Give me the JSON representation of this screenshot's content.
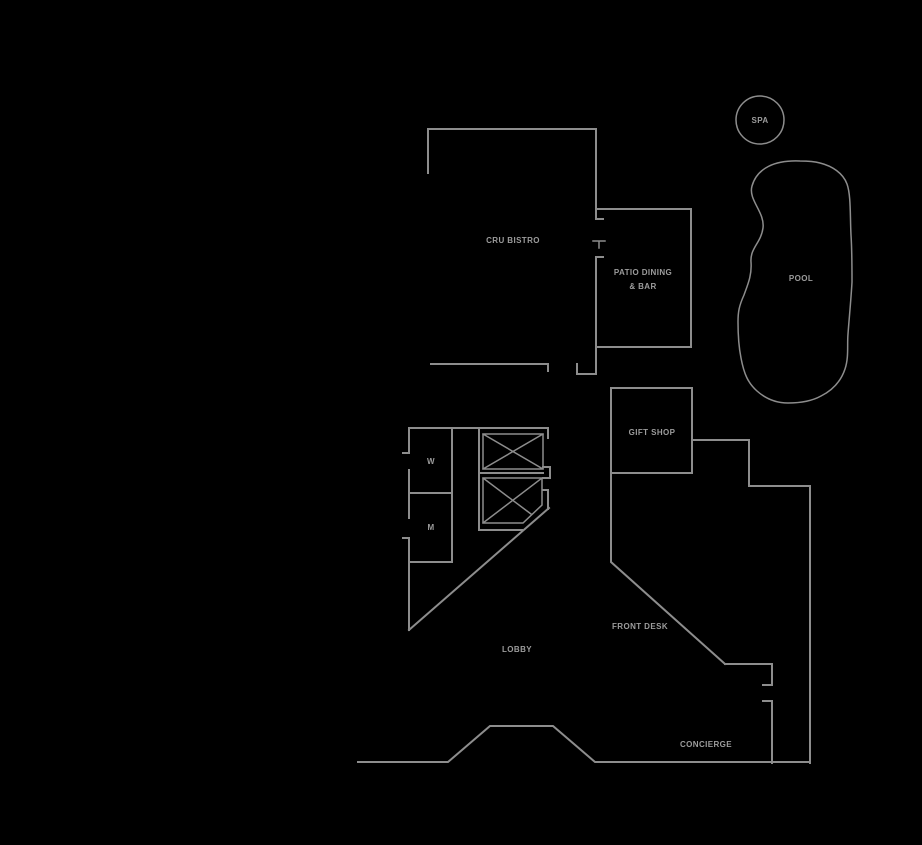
{
  "colors": {
    "background": "#000000",
    "wall": "#8d8d8d",
    "label": "#9c9c9c"
  },
  "floor_plan": {
    "spa": {
      "label": "SPA"
    },
    "pool": {
      "label": "POOL"
    },
    "cru_bistro": {
      "label": "CRU BISTRO"
    },
    "patio_dining": {
      "label_line1": "PATIO DINING",
      "label_line2": "& BAR"
    },
    "gift_shop": {
      "label": "GIFT SHOP"
    },
    "restroom_women": {
      "label": "W"
    },
    "restroom_men": {
      "label": "M"
    },
    "front_desk": {
      "label": "FRONT DESK"
    },
    "lobby": {
      "label": "LOBBY"
    },
    "concierge": {
      "label": "CONCIERGE"
    }
  }
}
